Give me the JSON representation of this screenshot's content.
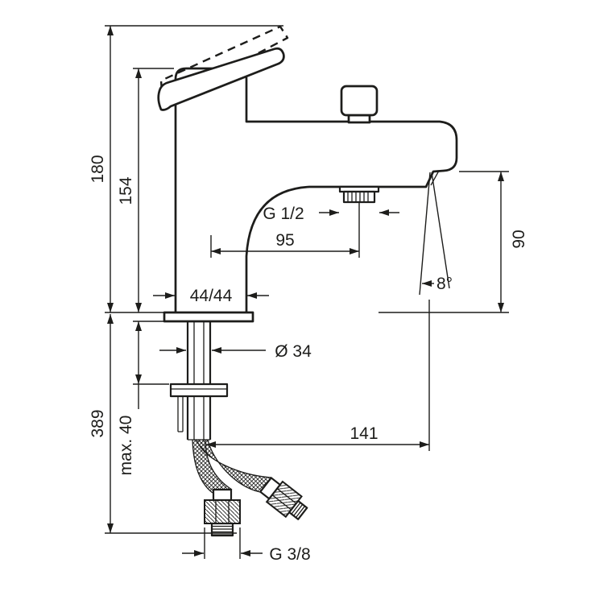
{
  "colors": {
    "line": "#1d1d1b",
    "background": "#ffffff"
  },
  "dimensions": {
    "total_height": "180",
    "body_top_height": "154",
    "spout_outlet_height": "90",
    "below_deck_depth": "389",
    "max_deck_thickness": "max. 40",
    "hose_connection_thread": "G 1/2",
    "outlet_offset": "95",
    "body_width": "44/44",
    "hole_diameter": "Ø 34",
    "spout_reach": "141",
    "spout_angle": "8°",
    "supply_connection_thread": "G 3/8"
  }
}
